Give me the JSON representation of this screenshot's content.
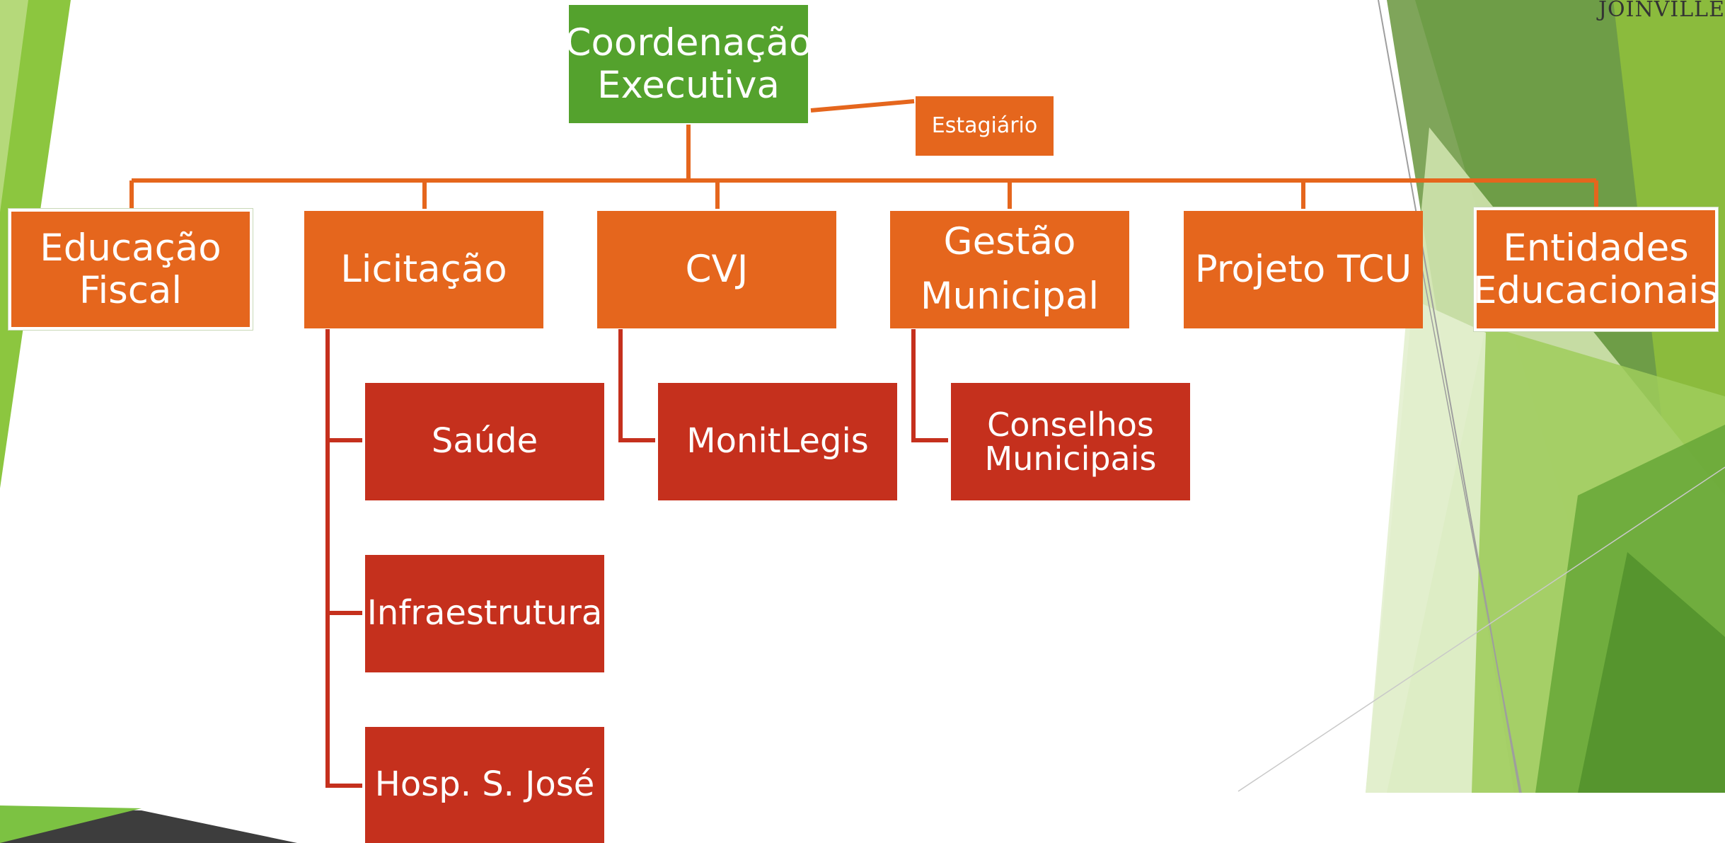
{
  "brand": {
    "wordmark": "JOINVILLE"
  },
  "colors": {
    "coordination": "#54a22d",
    "division": "#e5661d",
    "sub_division": "#c5301d",
    "connector_orange": "#e5661d",
    "connector_red": "#c5301d"
  },
  "org_chart": {
    "root": "Coordenação\nExecutiva",
    "assistant": "Estagiário",
    "divisions": [
      {
        "label": "Educação\nFiscal",
        "children": []
      },
      {
        "label": "Licitação",
        "children": [
          "Saúde",
          "Infraestrutura",
          "Hosp. S. José"
        ]
      },
      {
        "label": "CVJ",
        "children": [
          "MonitLegis"
        ]
      },
      {
        "label": "Gestão\nMunicipal",
        "children": [
          "Conselhos\nMunicipais"
        ]
      },
      {
        "label": "Projeto TCU",
        "children": []
      },
      {
        "label": "Entidades\nEducacionais",
        "children": []
      }
    ]
  }
}
